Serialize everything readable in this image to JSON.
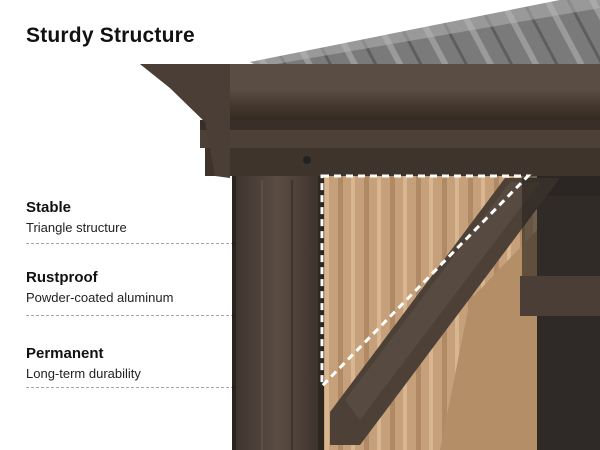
{
  "title": "Sturdy Structure",
  "features": [
    {
      "title": "Stable",
      "description": "Triangle structure"
    },
    {
      "title": "Rustproof",
      "description": "Powder-coated aluminum"
    },
    {
      "title": "Permanent",
      "description": "Long-term durability"
    }
  ],
  "colors": {
    "frame": "#4a3e36",
    "curtain": "#c9a37a",
    "roof": "#6e6e6e"
  }
}
